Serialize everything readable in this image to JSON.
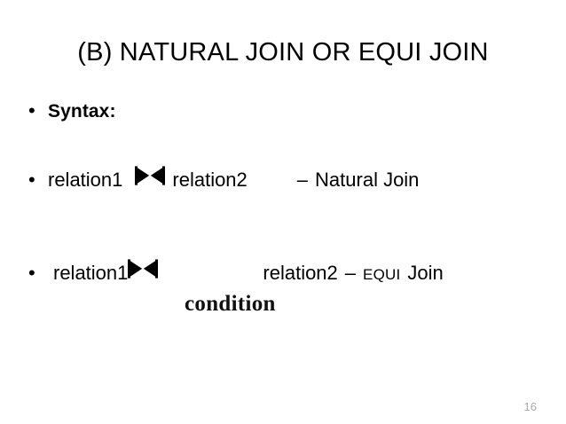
{
  "slide": {
    "title": "(B) NATURAL JOIN OR EQUI JOIN",
    "page_number": "16",
    "background_color": "#ffffff",
    "text_color": "#000000",
    "page_number_color": "#a9a9a9"
  },
  "bullets": [
    {
      "id": "syntax",
      "marker": "•",
      "label": "Syntax:"
    },
    {
      "id": "natural-join",
      "marker": "•",
      "left_operand": "relation1",
      "operator_icon": "bowtie-join-icon",
      "operator_symbol": "⋈",
      "right_operand": "relation2",
      "dash": "–",
      "description": "Natural Join"
    },
    {
      "id": "equi-join",
      "marker": "•",
      "left_operand": "relation1",
      "operator_icon": "bowtie-join-icon",
      "operator_symbol": "⋈",
      "subscript": "condition",
      "right_operand": "relation2",
      "dash": "–",
      "description_emphasis": "EQUI",
      "description": "Join"
    }
  ]
}
